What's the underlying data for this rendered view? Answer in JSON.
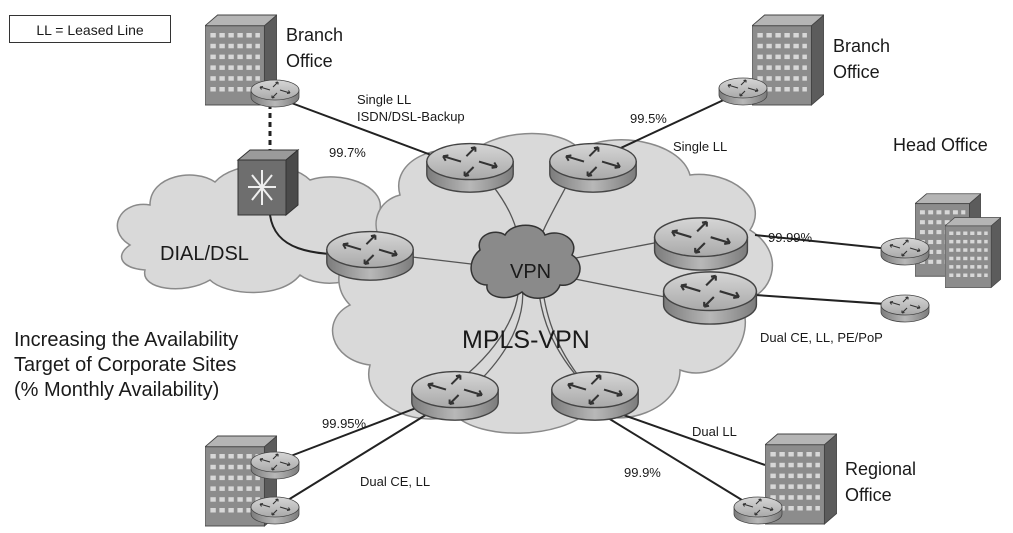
{
  "legend": "LL = Leased Line",
  "sites": {
    "branch_top_left": [
      "Branch",
      "Office"
    ],
    "branch_top_right": [
      "Branch",
      "Office"
    ],
    "head_office": "Head Office",
    "regional_office": [
      "Regional",
      "Office"
    ]
  },
  "clouds": {
    "dial": "DIAL/DSL",
    "vpn": "VPN",
    "mpls": "MPLS-VPN"
  },
  "links": {
    "single_ll_isdn": [
      "Single LL",
      "ISDN/DSL-Backup"
    ],
    "avail_997": "99.7%",
    "avail_995": "99.5%",
    "single_ll": "Single LL",
    "avail_9999": "99.99%",
    "dual_ce_ll_pe": "Dual CE, LL, PE/PoP",
    "avail_9995": "99.95%",
    "dual_ce_ll": "Dual CE, LL",
    "dual_ll": "Dual LL",
    "avail_999": "99.9%"
  },
  "caption": [
    "Increasing the Availability",
    "Target of Corporate Sites",
    "(% Monthly Availability)"
  ],
  "colors": {
    "cloud": "#d9d9d9",
    "vpn_cloud": "#8a8a8a",
    "router": "#b3b3b3",
    "building": "#8c8c8c"
  }
}
